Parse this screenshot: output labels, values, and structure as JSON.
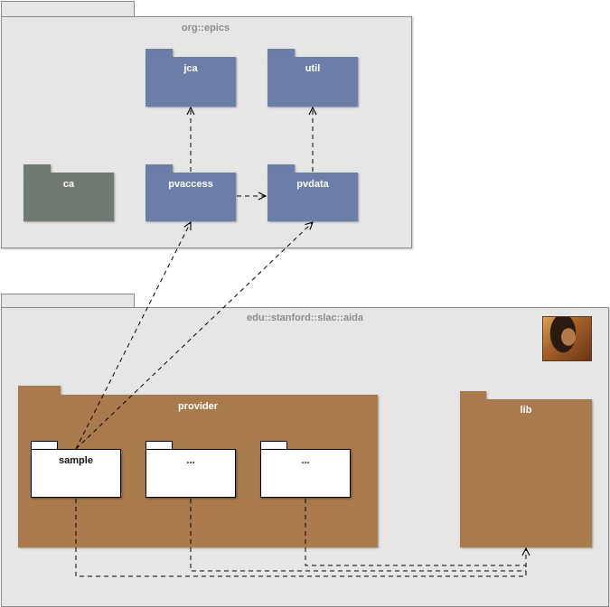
{
  "org_pkg": {
    "name": "org::epics"
  },
  "edu_pkg": {
    "name": "edu::stanford::slac::aida"
  },
  "packages": {
    "jca": "jca",
    "util": "util",
    "ca": "ca",
    "pvaccess": "pvaccess",
    "pvdata": "pvdata",
    "provider": "provider",
    "lib": "lib",
    "sample": "sample",
    "ellipsis1": "...",
    "ellipsis2": "..."
  },
  "colors": {
    "epics_blue": "#6b7ea8",
    "ca_grey": "#707a72",
    "aida_brown": "#a87a4c",
    "package_grey": "#e6e6e6"
  }
}
